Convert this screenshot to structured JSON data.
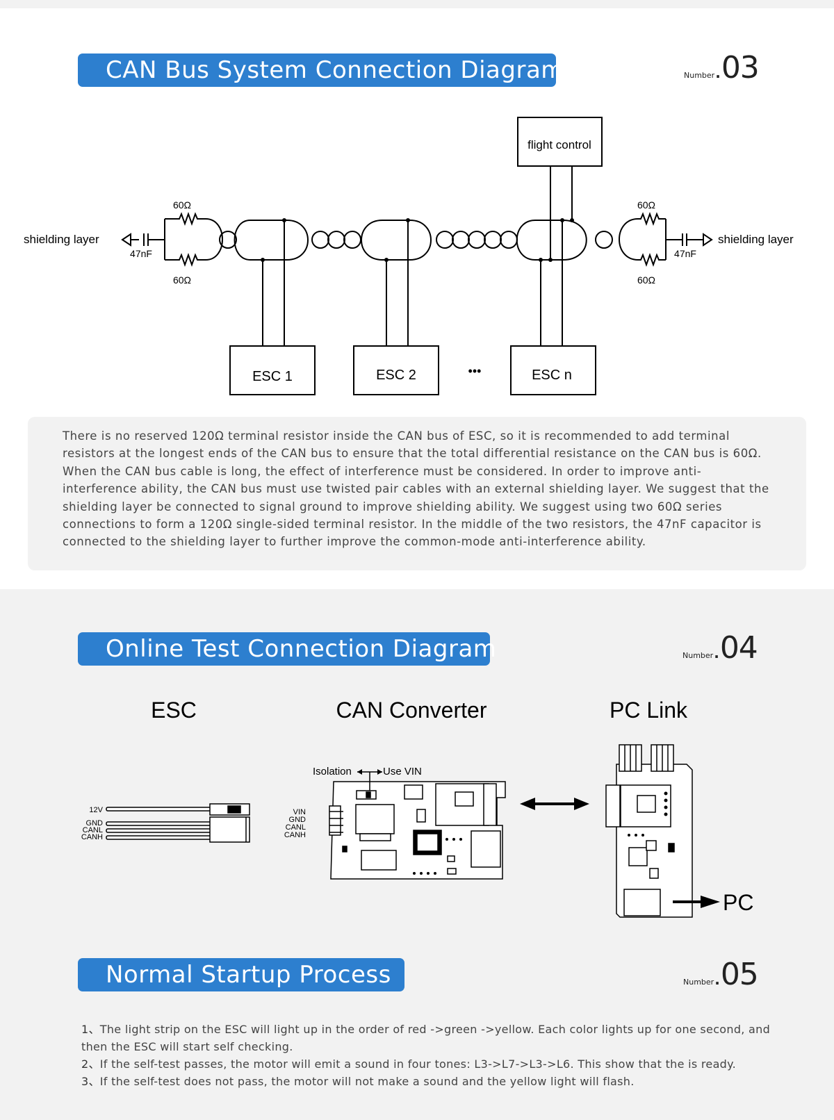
{
  "section3": {
    "title": "CAN Bus System Connection Diagram",
    "number_label": "Number",
    "number_value": "03",
    "diagram": {
      "flight_control": "flight control",
      "left_top_resistor": "60Ω",
      "left_bottom_resistor": "60Ω",
      "right_top_resistor": "60Ω",
      "right_bottom_resistor": "60Ω",
      "left_capacitor": "47nF",
      "right_capacitor": "47nF",
      "left_shield": "shielding layer",
      "right_shield": "shielding layer",
      "esc1": "ESC 1",
      "esc2": "ESC 2",
      "ellipsis": "•••",
      "escn": "ESC n"
    },
    "description": "There is no reserved 120Ω terminal resistor inside the CAN bus of ESC, so it is recommended to add terminal resistors at the longest ends of the CAN bus to ensure that the total differential resistance on the CAN bus is 60Ω. When the CAN bus cable is long, the effect of interference must be considered. In order to improve anti-interference ability, the CAN bus must use twisted pair cables with an external shielding layer. We suggest that the shielding layer be connected to signal ground to improve shielding ability. We suggest using two 60Ω series connections to form a 120Ω single-sided terminal resistor. In the middle of the two resistors, the 47nF capacitor is connected to the shielding layer to further improve the common-mode anti-interference ability."
  },
  "section4": {
    "title": "Online Test Connection Diagram",
    "number_label": "Number",
    "number_value": "04",
    "col_esc": "ESC",
    "col_converter": "CAN Converter",
    "col_pclink": "PC Link",
    "esc_pins": [
      "12V",
      "GND",
      "CANL",
      "CANH"
    ],
    "converter_pins": [
      "VIN",
      "GND",
      "CANL",
      "CANH"
    ],
    "isolation": "Isolation",
    "use_vin": "Use VIN",
    "pc": "PC"
  },
  "section5": {
    "title": "Normal Startup Process",
    "number_label": "Number",
    "number_value": "05",
    "steps": [
      {
        "num": "1、",
        "text": "The light strip on the ESC will light up in the order of red ->green ->yellow. Each color lights up for one second, and then the ESC will start self checking."
      },
      {
        "num": "2、",
        "text": "If the self-test passes, the motor will emit a sound in four tones: L3->L7->L3->L6. This show that the is ready."
      },
      {
        "num": "3、",
        "text": "If the self-test does not pass, the motor will not make a sound and the yellow light will flash."
      }
    ]
  }
}
